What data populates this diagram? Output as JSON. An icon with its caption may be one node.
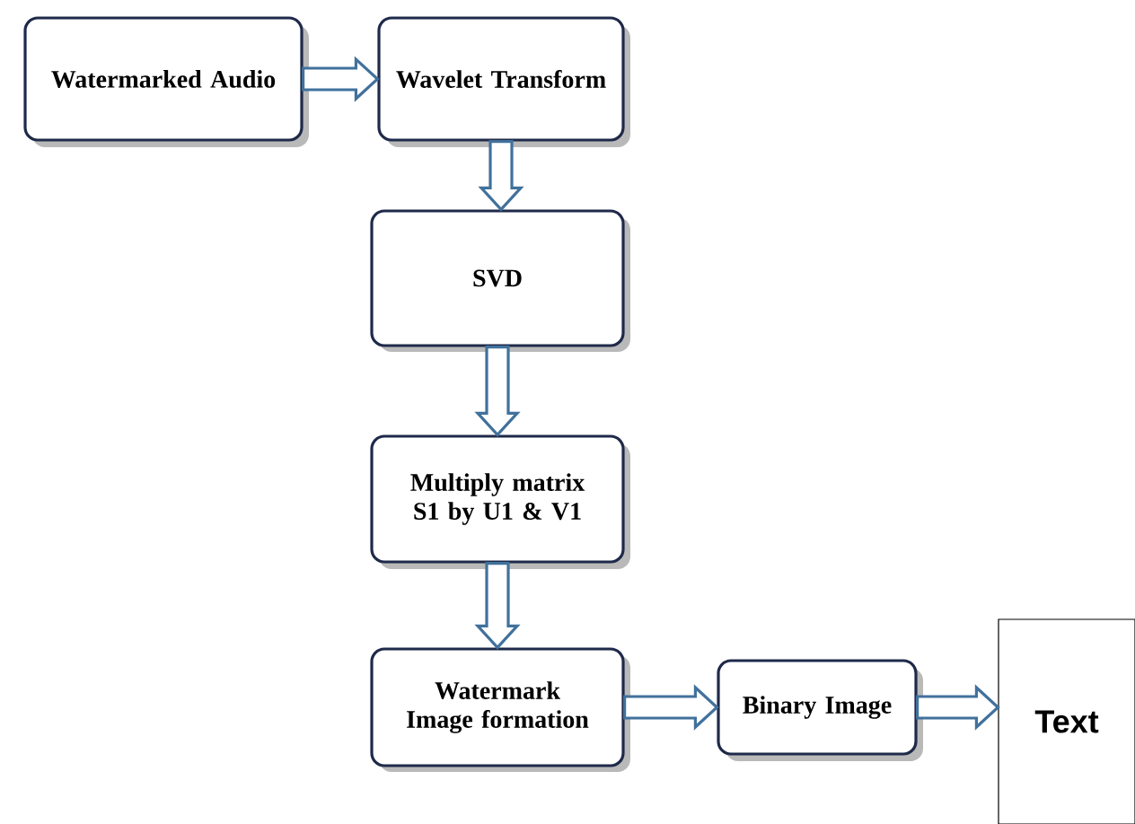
{
  "diagram": {
    "nodes": [
      {
        "text": [
          "Watermarked Audio"
        ]
      },
      {
        "text": [
          "Wavelet Transform"
        ]
      },
      {
        "text": [
          "SVD"
        ]
      },
      {
        "text": [
          "Multiply matrix S1 by U1 & V1"
        ]
      },
      {
        "text": [
          "Watermark Image formation"
        ]
      },
      {
        "text": [
          "Binary Image"
        ]
      },
      {
        "text": [
          "Text"
        ]
      }
    ],
    "edges": [
      {
        "from": 0,
        "to": 1,
        "arrow": "to"
      },
      {
        "from": 1,
        "to": 2,
        "arrow": "to"
      },
      {
        "from": 2,
        "to": 3,
        "arrow": "to"
      },
      {
        "from": 3,
        "to": 4,
        "arrow": "to"
      },
      {
        "from": 4,
        "to": 5,
        "arrow": "to"
      },
      {
        "from": 5,
        "to": 6,
        "arrow": "to"
      }
    ]
  }
}
